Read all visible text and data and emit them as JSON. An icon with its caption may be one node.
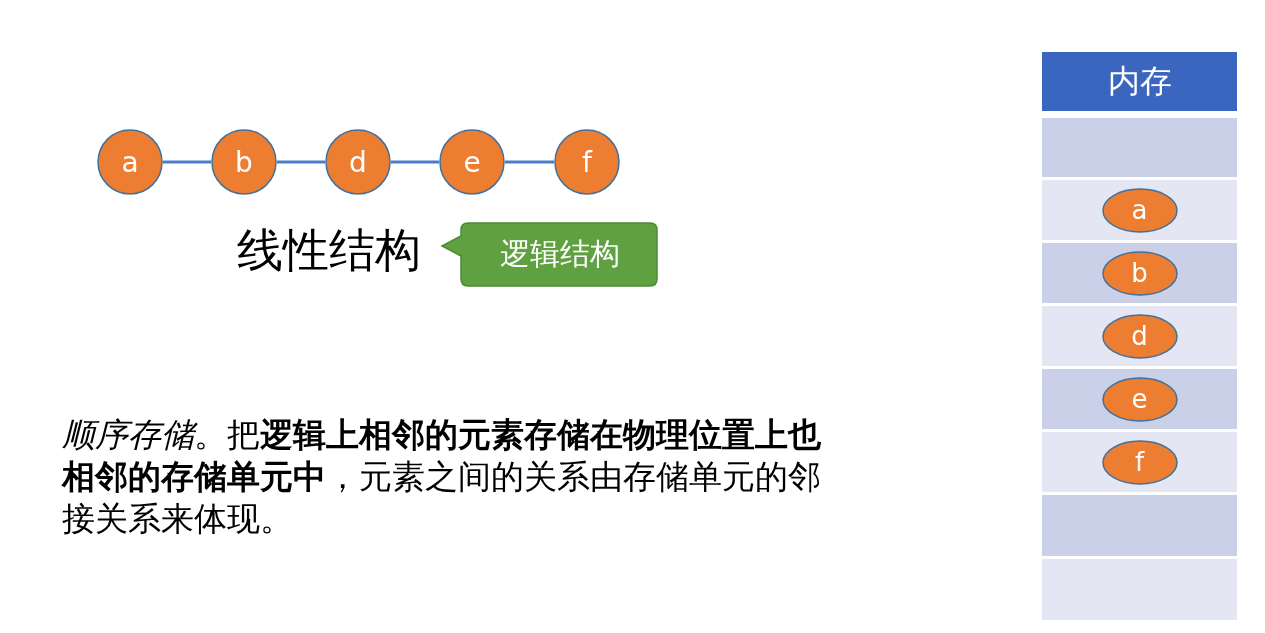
{
  "diagram": {
    "nodes": [
      {
        "text": [
          "a"
        ]
      },
      {
        "text": [
          "b"
        ]
      },
      {
        "text": [
          "d"
        ]
      },
      {
        "text": [
          "e"
        ]
      },
      {
        "text": [
          "f"
        ]
      },
      {
        "text": [
          "逻辑结构"
        ]
      },
      {
        "text": [
          "内存"
        ]
      },
      {
        "text": [],
        "shape": "box"
      },
      {
        "text": [],
        "shape": "box"
      },
      {
        "text": [
          "a"
        ],
        "in": 8
      },
      {
        "text": [],
        "shape": "box"
      },
      {
        "text": [
          "b"
        ],
        "in": 10
      },
      {
        "text": [],
        "shape": "box"
      },
      {
        "text": [
          "d"
        ],
        "in": 12
      },
      {
        "text": [],
        "shape": "box"
      },
      {
        "text": [
          "e"
        ],
        "in": 14
      },
      {
        "text": [],
        "shape": "box"
      },
      {
        "text": [
          "f"
        ],
        "in": 16
      },
      {
        "text": [],
        "shape": "box"
      },
      {
        "text": [],
        "shape": "box"
      }
    ],
    "edges": [
      {
        "from": 0,
        "to": 1,
        "arrow": "none"
      },
      {
        "from": 1,
        "to": 2,
        "arrow": "none"
      },
      {
        "from": 2,
        "to": 3,
        "arrow": "none"
      },
      {
        "from": 3,
        "to": 4,
        "arrow": "none"
      }
    ],
    "labels": [
      "线性结构",
      "*顺序存储*。把**逻辑上相邻的元素存储在物理位置上也相邻的存储单元中**，元素之间的关系由存储单元的邻接关系来体现。"
    ]
  }
}
